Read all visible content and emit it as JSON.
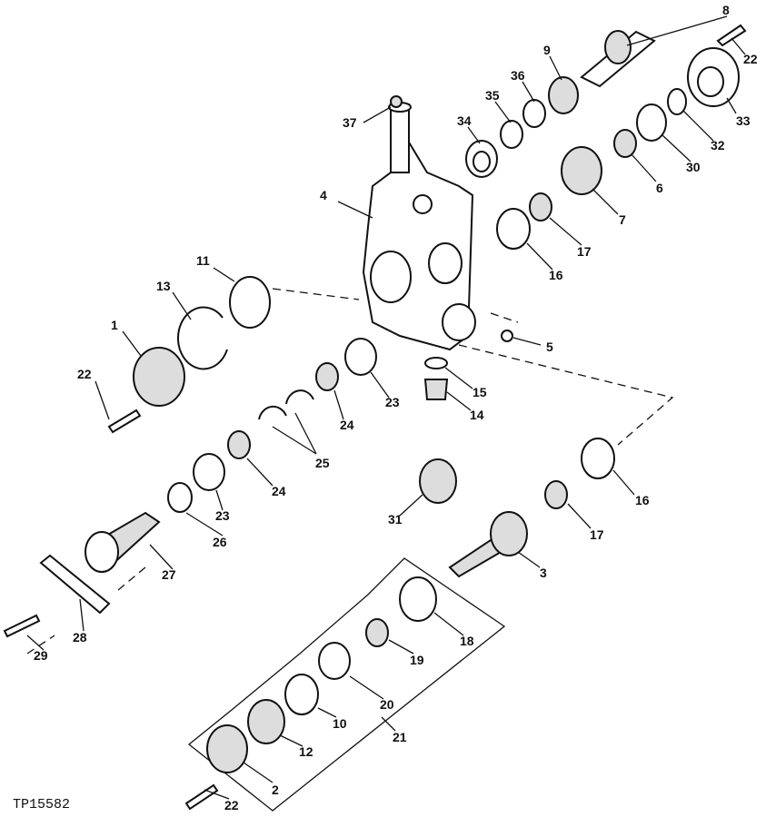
{
  "figure_code": "TP15582",
  "labels": [
    "8",
    "22",
    "9",
    "36",
    "35",
    "34",
    "33",
    "32",
    "37",
    "30",
    "6",
    "4",
    "7",
    "17",
    "16",
    "11",
    "13",
    "1",
    "5",
    "22",
    "15",
    "23",
    "14",
    "24",
    "25",
    "24",
    "16",
    "23",
    "31",
    "26",
    "17",
    "27",
    "3",
    "28",
    "29",
    "18",
    "19",
    "20",
    "10",
    "12",
    "21",
    "2",
    "22"
  ]
}
